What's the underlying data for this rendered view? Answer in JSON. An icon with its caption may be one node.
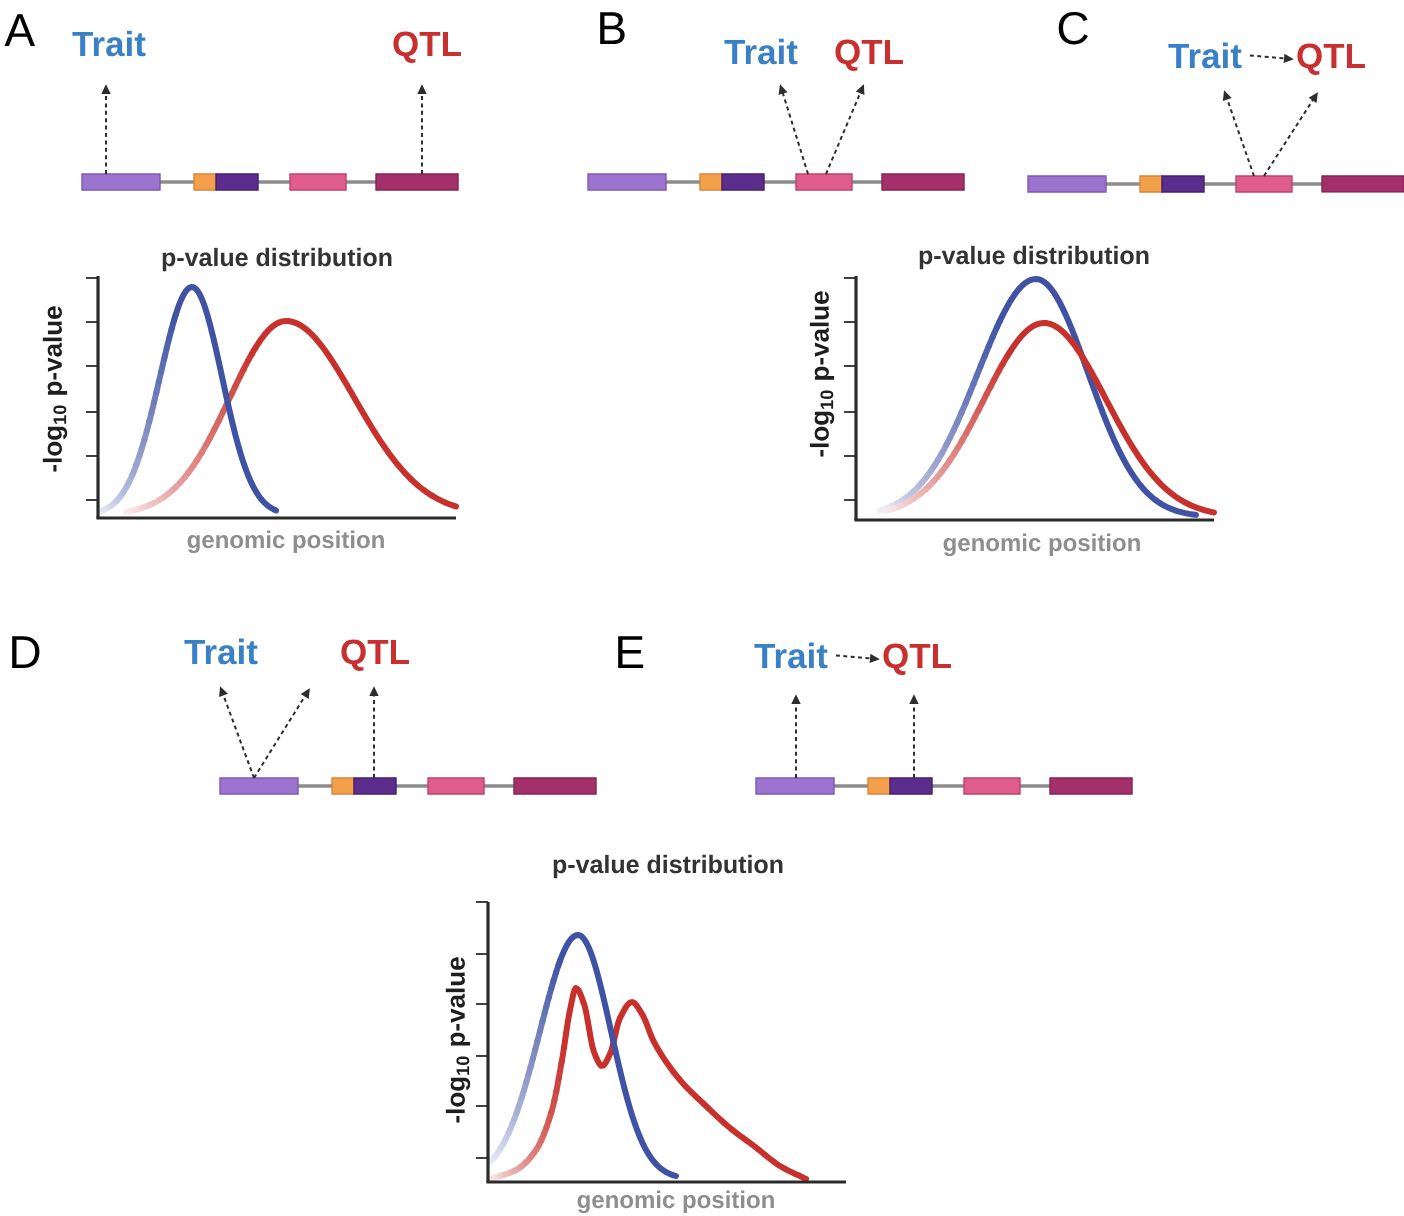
{
  "diagram": {
    "nodes": [
      {
        "text": [
          "Trait"
        ]
      },
      {
        "text": [
          "QTL"
        ]
      },
      {
        "text": [],
        "shape": "box"
      },
      {
        "text": [],
        "shape": "box"
      },
      {
        "text": [
          "Trait"
        ]
      },
      {
        "text": [
          "QTL"
        ]
      },
      {
        "text": [],
        "shape": "box"
      },
      {
        "text": [
          "Trait"
        ]
      },
      {
        "text": [
          "QTL"
        ]
      },
      {
        "text": [],
        "shape": "box"
      },
      {
        "text": [
          "Trait"
        ]
      },
      {
        "text": [
          "QTL"
        ]
      },
      {
        "text": [],
        "shape": "box"
      },
      {
        "text": [],
        "shape": "box"
      },
      {
        "text": [
          "Trait"
        ]
      },
      {
        "text": [
          "QTL"
        ]
      },
      {
        "text": [],
        "shape": "box"
      },
      {
        "text": [],
        "shape": "box"
      }
    ],
    "edges": [
      {
        "from": 2,
        "to": 0,
        "arrow": "to",
        "style": "dashed"
      },
      {
        "from": 3,
        "to": 1,
        "arrow": "to",
        "style": "dashed"
      },
      {
        "from": 6,
        "to": 4,
        "arrow": "to",
        "style": "dashed"
      },
      {
        "from": 6,
        "to": 5,
        "arrow": "to",
        "style": "dashed"
      },
      {
        "from": 9,
        "to": 7,
        "arrow": "to",
        "style": "dashed"
      },
      {
        "from": 9,
        "to": 8,
        "arrow": "to",
        "style": "dashed"
      },
      {
        "from": 7,
        "to": 8,
        "arrow": "to",
        "style": "dashed"
      },
      {
        "from": 12,
        "to": 10,
        "arrow": "to",
        "style": "dashed"
      },
      {
        "from": 12,
        "to": 11,
        "arrow": "to",
        "style": "dashed"
      },
      {
        "from": 13,
        "to": 11,
        "arrow": "to",
        "style": "dashed"
      },
      {
        "from": 16,
        "to": 14,
        "arrow": "to",
        "style": "dashed"
      },
      {
        "from": 17,
        "to": 15,
        "arrow": "to",
        "style": "dashed"
      },
      {
        "from": 14,
        "to": 15,
        "arrow": "to",
        "style": "dashed"
      }
    ],
    "labels": [
      "A",
      "B",
      "C",
      "p-value distribution",
      "p-value distribution",
      "-log$_{10}$ p-value",
      "-log$_{10}$ p-value",
      "genomic position",
      "genomic position",
      "D",
      "E",
      "p-value distribution",
      "-log$_{10}$ p-value",
      "genomic position"
    ]
  }
}
